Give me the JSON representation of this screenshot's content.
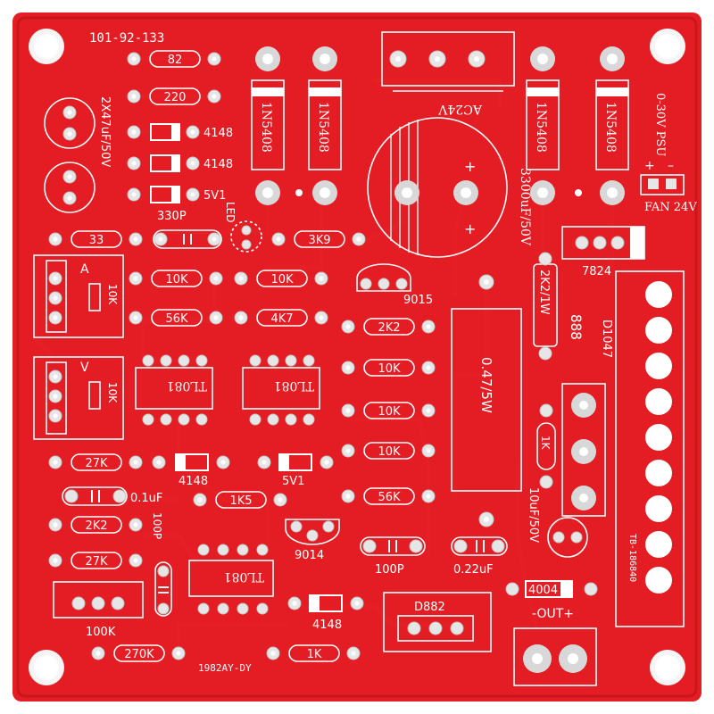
{
  "board": {
    "id_code": "101-92-133",
    "footer_code": "1982AY-DY",
    "fab_code": "TB-186840",
    "color": "#e31d23",
    "silk_color": "#ffffff",
    "pad_color": "#e6e6e6"
  },
  "labels": {
    "r82": "82",
    "r220": "220",
    "d4148_1": "4148",
    "d4148_2": "4148",
    "z5v1_top": "5V1",
    "c330p": "330P",
    "cap_2x47": "2X47uF/50V",
    "r33": "33",
    "led": "LED",
    "r3k9": "3K9",
    "r10k_1": "10K",
    "r10k_2": "10K",
    "pot_a": "A",
    "pot_a_10k": "10K",
    "r56k_1": "56K",
    "r4k7": "4K7",
    "q9015": "9015",
    "r2k2_1": "2K2",
    "pot_v": "V",
    "pot_v_10k": "10K",
    "tl081_1": "TL081",
    "tl081_2": "TL081",
    "tl081_3": "TL081",
    "r10k_3": "10K",
    "r10k_4": "10K",
    "r10k_5": "10K",
    "r27k_1": "27K",
    "d4148_3": "4148",
    "z5v1_mid": "5V1",
    "c01uf": "0.1uF",
    "r1k5": "1K5",
    "r2k2_2": "2K2",
    "c100p_1": "100P",
    "r27k_2": "27K",
    "q9014": "9014",
    "c100p_2": "100P",
    "r56k_2": "56K",
    "r047": "0.47/5W",
    "r100k": "100K",
    "d4148_4": "4148",
    "r270k": "270K",
    "r1k": "1K",
    "q_d882": "D882",
    "c022uf": "0.22uF",
    "c10uf": "10uF/50V",
    "d4004": "4004",
    "out": "-OUT+",
    "d1n5408_1": "1N5408",
    "d1n5408_2": "1N5408",
    "d1n5408_3": "1N5408",
    "d1n5408_4": "1N5408",
    "ac24v": "AC24V",
    "c3300uf": "3300uF/50V",
    "plus_1": "+",
    "plus_2": "+",
    "psu": "0-30V PSU",
    "fan_plus": "+",
    "fan_minus": "–",
    "fan": "FAN 24V",
    "r2k2_1w": "2K2/1W",
    "vr7824": "7824",
    "disp": "888",
    "d1047": "D1047",
    "r1k_2": "1K"
  }
}
